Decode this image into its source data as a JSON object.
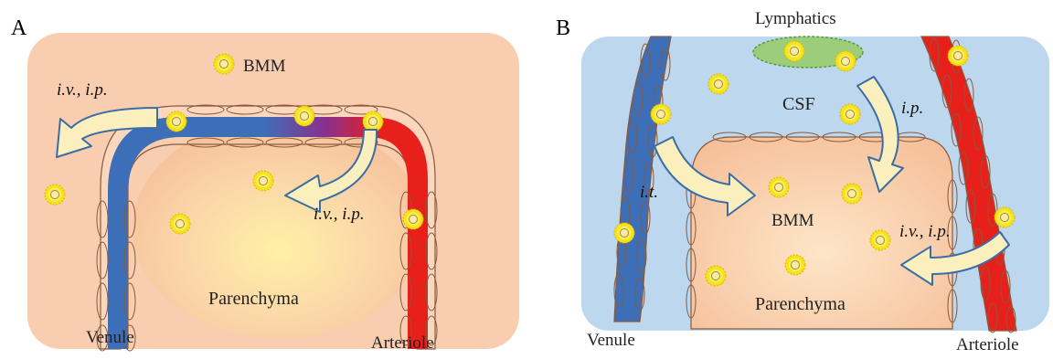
{
  "panel_a": {
    "letter": "A",
    "bmm_legend": "BMM",
    "route_label_top": "i.v., i.p.",
    "route_label_inner": "i.v., i.p.",
    "region_label": "Parenchyma",
    "venule_label": "Venule",
    "arteriole_label": "Arteriole"
  },
  "panel_b": {
    "letter": "B",
    "lymphatics_label": "Lymphatics",
    "csf_label": "CSF",
    "route_label_ip": "i.p.",
    "route_label_it": "i.t.",
    "bmm_label": "BMM",
    "route_label_ivip": "i.v., i.p.",
    "region_label": "Parenchyma",
    "venule_label": "Venule",
    "arteriole_label": "Arteriole"
  },
  "colors": {
    "panel_a_bg": "#f8cdb0",
    "panel_b_bg": "#bcd7ee",
    "venule": "#3c6fb8",
    "arteriole": "#e8201c",
    "endothelium": "#fbd7be",
    "cell_yellow": "#f6e21a",
    "arrow_fill": "#fbefbd",
    "arrow_stroke": "#3a6ea5",
    "lymph_green": "#9ccd7a"
  }
}
